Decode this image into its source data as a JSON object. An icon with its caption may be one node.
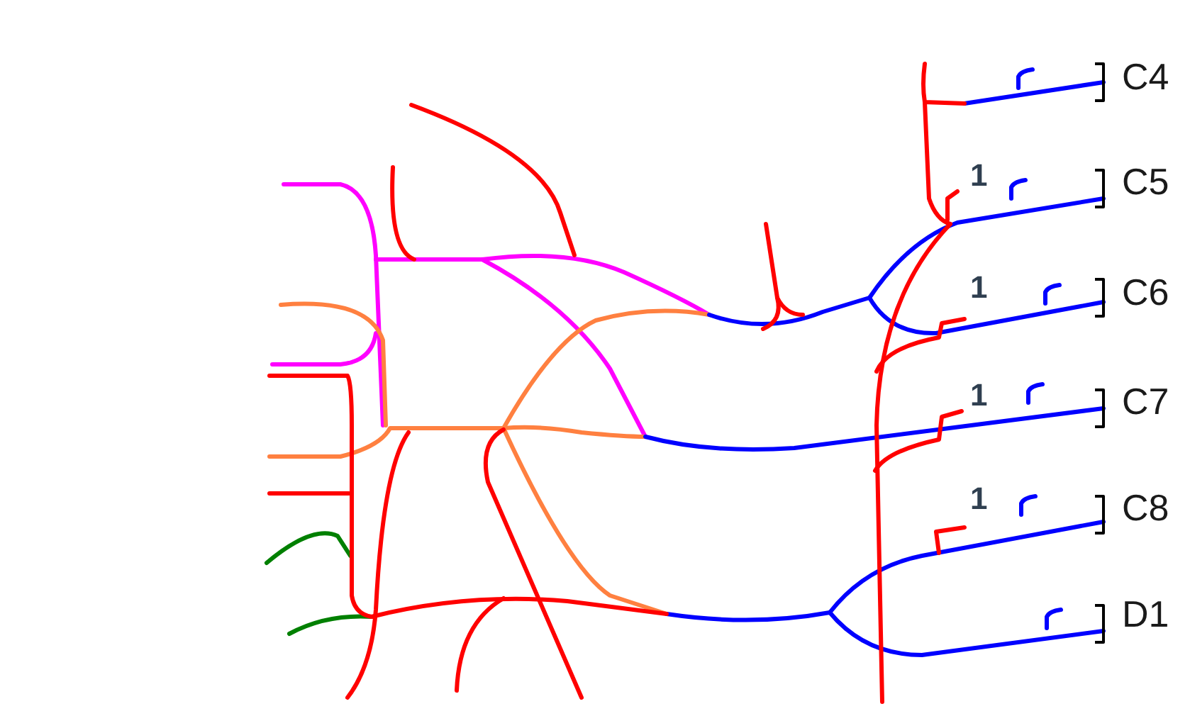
{
  "diagram": {
    "labels": [
      "C4",
      "1",
      "C5",
      "1",
      "C6",
      "1",
      "C7",
      "1",
      "C8",
      "D1"
    ]
  }
}
